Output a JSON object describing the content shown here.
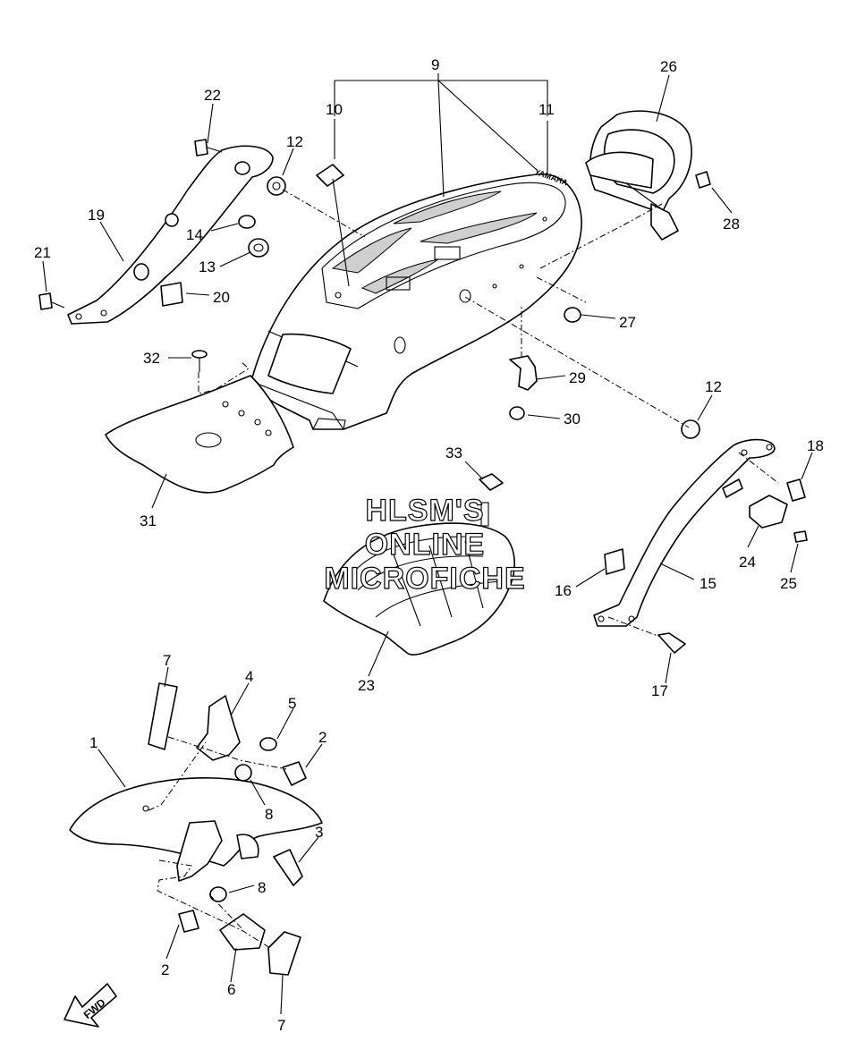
{
  "watermark": {
    "line1": "HLSM'S",
    "line2": "ONLINE",
    "line3": "MICROFICHE"
  },
  "fwd_label": "FWD",
  "brand_mark": "YAMAHA",
  "callouts": [
    {
      "id": "c9",
      "text": "9"
    },
    {
      "id": "c10",
      "text": "10"
    },
    {
      "id": "c11",
      "text": "11"
    },
    {
      "id": "c26",
      "text": "26"
    },
    {
      "id": "c22",
      "text": "22"
    },
    {
      "id": "c12a",
      "text": "12"
    },
    {
      "id": "c19",
      "text": "19"
    },
    {
      "id": "c14",
      "text": "14"
    },
    {
      "id": "c13",
      "text": "13"
    },
    {
      "id": "c21",
      "text": "21"
    },
    {
      "id": "c20",
      "text": "20"
    },
    {
      "id": "c28",
      "text": "28"
    },
    {
      "id": "c27",
      "text": "27"
    },
    {
      "id": "c32",
      "text": "32"
    },
    {
      "id": "c29",
      "text": "29"
    },
    {
      "id": "c12b",
      "text": "12"
    },
    {
      "id": "c30",
      "text": "30"
    },
    {
      "id": "c18",
      "text": "18"
    },
    {
      "id": "c33",
      "text": "33"
    },
    {
      "id": "c31",
      "text": "31"
    },
    {
      "id": "c24",
      "text": "24"
    },
    {
      "id": "c25",
      "text": "25"
    },
    {
      "id": "c16",
      "text": "16"
    },
    {
      "id": "c15",
      "text": "15"
    },
    {
      "id": "c23",
      "text": "23"
    },
    {
      "id": "c17",
      "text": "17"
    },
    {
      "id": "c7a",
      "text": "7"
    },
    {
      "id": "c4",
      "text": "4"
    },
    {
      "id": "c5",
      "text": "5"
    },
    {
      "id": "c2a",
      "text": "2"
    },
    {
      "id": "c1",
      "text": "1"
    },
    {
      "id": "c8a",
      "text": "8"
    },
    {
      "id": "c3",
      "text": "3"
    },
    {
      "id": "c8b",
      "text": "8"
    },
    {
      "id": "c2b",
      "text": "2"
    },
    {
      "id": "c6",
      "text": "6"
    },
    {
      "id": "c7b",
      "text": "7"
    }
  ]
}
